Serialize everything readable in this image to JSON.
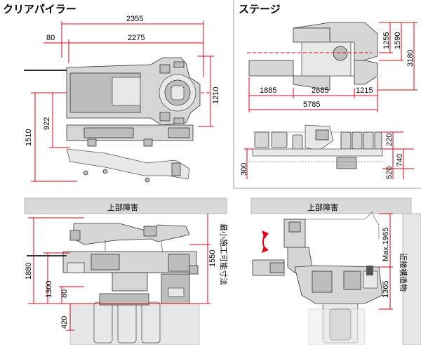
{
  "panels": {
    "clear_pilar_title": "クリアパイラー",
    "stage_title": "ステージ",
    "overhead_left": "上部障害",
    "overhead_right": "上部障害",
    "min_work_width": "最小施工可能寸法",
    "near_building": "近接構造物"
  },
  "dims": {
    "tl": {
      "total_length": "2355",
      "offset": "80",
      "body_length": "2275",
      "height_right": "1210",
      "left_922": "922",
      "left_1510": "1510"
    },
    "tr": {
      "d1255": "1255",
      "d1590": "1590",
      "d3180": "3180",
      "d1885": "1885",
      "d2685": "2685",
      "d1215": "1215",
      "d5785": "5785",
      "d220": "220",
      "d300": "300",
      "d740": "740",
      "d520": "520"
    },
    "bl": {
      "d1880": "1880",
      "d1300": "1300",
      "d80": "80",
      "d420": "420",
      "d1550": "1550"
    },
    "br": {
      "max1965": "Max.1965",
      "d1365": "1365"
    }
  },
  "colors": {
    "dimension_line": "#e60012",
    "machine_fill": "#d6d6d6",
    "panel_border": "#9a9a9a",
    "obstacle_band": "#d9d9d9"
  }
}
